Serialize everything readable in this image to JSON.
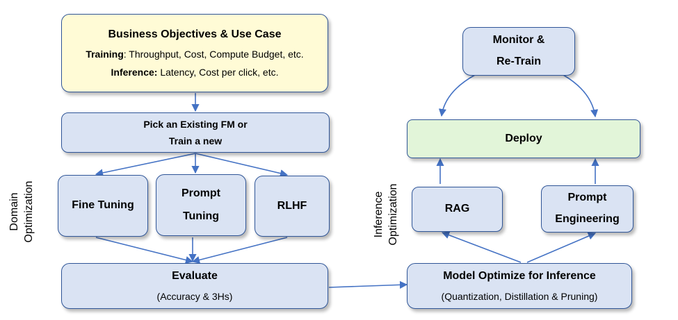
{
  "business": {
    "title": "Business Objectives & Use Case",
    "training_label": "Training",
    "training_text": ": Throughput, Cost, Compute Budget, etc.",
    "inference_label": "Inference:",
    "inference_text": " Latency, Cost per click, etc."
  },
  "pick": {
    "line1": "Pick an Existing FM or",
    "line2": "Train a new"
  },
  "fine_tuning": "Fine Tuning",
  "prompt_tuning": {
    "line1": "Prompt",
    "line2": "Tuning"
  },
  "rlhf": "RLHF",
  "evaluate": {
    "title": "Evaluate",
    "subtitle": "(Accuracy & 3Hs)"
  },
  "monitor": {
    "line1": "Monitor &",
    "line2": "Re-Train"
  },
  "deploy": "Deploy",
  "rag": "RAG",
  "prompt_engineering": {
    "line1": "Prompt",
    "line2": "Engineering"
  },
  "model_optimize": {
    "title": "Model Optimize for Inference",
    "subtitle": "(Quantization, Distillation & Pruning)"
  },
  "domain_label": {
    "line1": "Domain",
    "line2": "Optimization"
  },
  "inference_opt_label": {
    "line1": "Inference",
    "line2": "Optimization"
  },
  "colors": {
    "arrow": "#4472c4",
    "border": "#2f5597",
    "box_fill": "#dae3f3",
    "yellow_fill": "#fffbd6",
    "green_fill": "#e2f5d9"
  }
}
